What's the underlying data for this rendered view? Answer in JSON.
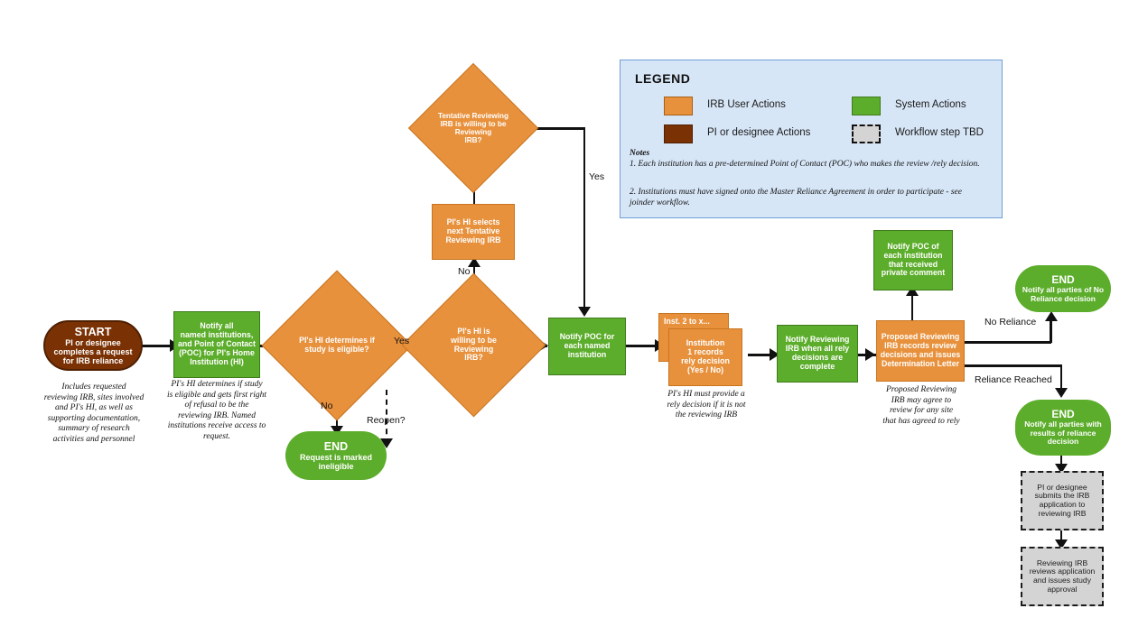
{
  "legend": {
    "title": "LEGEND",
    "items": [
      {
        "key": "irb-user-actions",
        "label": "IRB User Actions",
        "color": "#E8913C"
      },
      {
        "key": "system-actions",
        "label": "System Actions",
        "color": "#5CAD2B"
      },
      {
        "key": "pi-designee-actions",
        "label": "PI or designee Actions",
        "color": "#7A3104"
      },
      {
        "key": "workflow-step-tbd",
        "label": "Workflow step TBD",
        "color": "#D4D4D4"
      }
    ],
    "notes_heading": "Notes",
    "notes": [
      "1. Each institution has a pre-determined Point of Contact (POC) who makes the review /rely decision.",
      "2. Institutions must have signed onto the Master Reliance Agreement in order to participate - see joinder workflow."
    ]
  },
  "nodes": {
    "start": {
      "title": "START",
      "body": "PI or designee\ncompletes a request\nfor IRB reliance",
      "line1": "START",
      "line2": "PI or designee",
      "line3": "completes a request",
      "line4": "for IRB reliance"
    },
    "notify_named": {
      "l1": "Notify all",
      "l2": "named institutions,",
      "l3": "and Point of Contact",
      "l4": "(POC) for PI's Home",
      "l5": "Institution (HI)"
    },
    "eligible_decision": {
      "l1": "PI's HI determines if",
      "l2": "study is eligible?"
    },
    "end_ineligible": {
      "l1": "END",
      "l2": "Request is marked",
      "l3": "ineligible"
    },
    "willing_reviewing": {
      "l1": "PI's HI is",
      "l2": "willing to be",
      "l3": "Reviewing",
      "l4": "IRB?"
    },
    "select_tentative": {
      "l1": "PI's HI selects",
      "l2": "next Tentative",
      "l3": "Reviewing IRB"
    },
    "tentative_decision": {
      "l1": "Tentative Reviewing",
      "l2": "IRB is willing to be",
      "l3": "Reviewing",
      "l4": "IRB?"
    },
    "notify_poc_each": {
      "l1": "Notify POC for",
      "l2": "each named",
      "l3": "institution"
    },
    "inst_stack_back": {
      "label": "Inst. 2 to x..."
    },
    "inst_records": {
      "l1": "Institution",
      "l2": "1 records",
      "l3": "rely decision",
      "l4": "(Yes / No)"
    },
    "notify_reviewing": {
      "l1": "Notify Reviewing",
      "l2": "IRB when all rely",
      "l3": "decisions are",
      "l4": "complete"
    },
    "proposed_reviewing": {
      "l1": "Proposed Reviewing",
      "l2": "IRB records review",
      "l3": "decisions and issues",
      "l4": "Determination Letter"
    },
    "notify_poc_private": {
      "l1": "Notify POC of",
      "l2": "each institution",
      "l3": "that received",
      "l4": "private comment"
    },
    "end_no_reliance": {
      "l1": "END",
      "l2": "Notify all parties of No",
      "l3": "Reliance decision"
    },
    "end_reliance": {
      "l1": "END",
      "l2": "Notify all parties with",
      "l3": "results of reliance",
      "l4": "decision"
    },
    "tbd_submit": {
      "l1": "PI or designee",
      "l2": "submits the IRB",
      "l3": "application to",
      "l4": "reviewing IRB"
    },
    "tbd_review": {
      "l1": "Reviewing IRB",
      "l2": "reviews application",
      "l3": "and issues study",
      "l4": "approval"
    }
  },
  "captions": {
    "start_caption": {
      "l1": "Includes requested",
      "l2": "reviewing IRB, sites involved",
      "l3": "and PI's HI, as well as",
      "l4": "supporting documentation,",
      "l5": "summary of research",
      "l6": "activities and personnel"
    },
    "notify_named_caption": {
      "l1": "PI's HI determines if study",
      "l2": "is eligible and gets first right",
      "l3": "of refusal to be the",
      "l4": "reviewing IRB. Named",
      "l5": "institutions receive access to",
      "l6": "request."
    },
    "inst_caption": {
      "l1": "PI's HI must provide a",
      "l2": "rely decision if it is not",
      "l3": "the reviewing IRB"
    },
    "proposed_caption": {
      "l1": "Proposed Reviewing",
      "l2": "IRB may agree to",
      "l3": "review for any site",
      "l4": "that has agreed to rely"
    }
  },
  "edge_labels": {
    "yes_eligible": "Yes",
    "no_eligible": "No",
    "reopen": "Reopen?",
    "no_willing": "No",
    "yes_tentative": "Yes",
    "no_reliance": "No Reliance",
    "reliance_reached": "Reliance Reached"
  }
}
